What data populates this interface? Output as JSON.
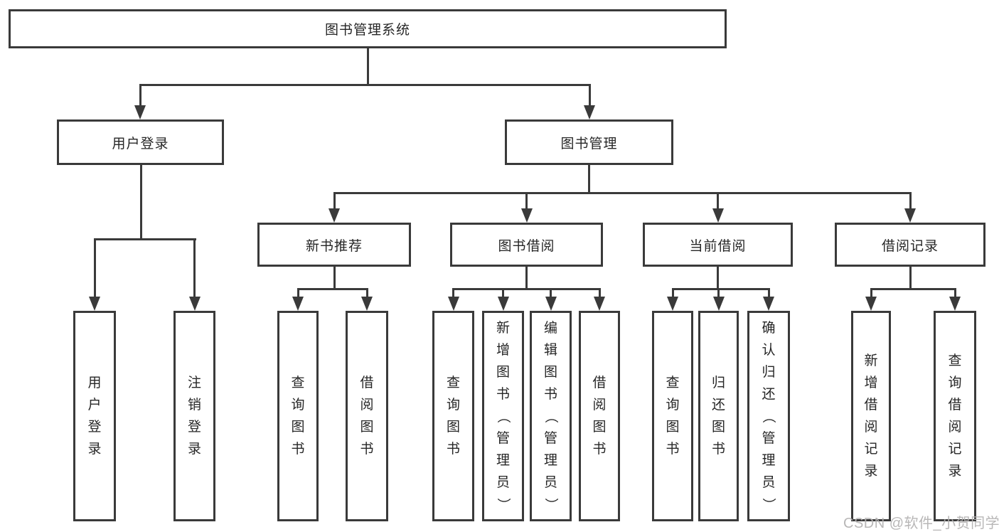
{
  "colors": {
    "line": "#3a3a3a",
    "text": "#262626",
    "background": "#ffffff",
    "watermark": "#b3b1b1"
  },
  "watermark": "CSDN @软件_小贺同学",
  "tree": {
    "root": "图书管理系统",
    "user_login": {
      "label": "用户登录",
      "children": [
        "用户登录",
        "注销登录"
      ]
    },
    "book_mgmt": {
      "label": "图书管理",
      "children": [
        {
          "label": "新书推荐",
          "children": [
            "查询图书",
            "借阅图书"
          ]
        },
        {
          "label": "图书借阅",
          "children": [
            "查询图书",
            "新增图书（管理员）",
            "编辑图书（管理员）",
            "借阅图书"
          ]
        },
        {
          "label": "当前借阅",
          "children": [
            "查询图书",
            "归还图书",
            "确认归还（管理员）"
          ]
        },
        {
          "label": "借阅记录",
          "children": [
            "新增借阅记录",
            "查询借阅记录"
          ]
        }
      ]
    }
  }
}
